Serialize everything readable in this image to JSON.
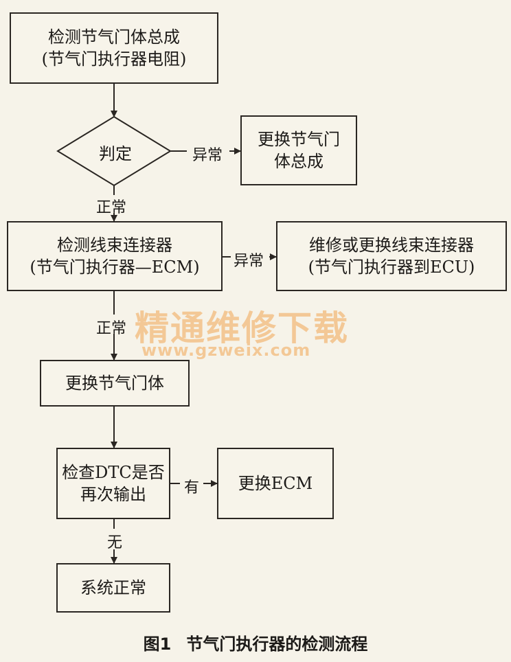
{
  "nodes": {
    "check_throttle_body": {
      "line1": "检测节气门体总成",
      "line2": "(节气门执行器电阻)"
    },
    "judge": {
      "text": "判定"
    },
    "replace_throttle_body_assy": {
      "line1": "更换节气门",
      "line2": "体总成"
    },
    "check_harness_connector": {
      "line1": "检测线束连接器",
      "line2": "(节气门执行器—ECM)"
    },
    "repair_harness_connector": {
      "line1": "维修或更换线束连接器",
      "line2": "(节气门执行器到ECU)"
    },
    "replace_throttle_body": {
      "text": "更换节气门体"
    },
    "check_dtc": {
      "line1": "检查DTC是否",
      "line2": "再次输出"
    },
    "replace_ecm": {
      "text": "更换ECM"
    },
    "system_normal": {
      "text": "系统正常"
    }
  },
  "edge_labels": {
    "judge_abnormal": "异常",
    "judge_normal": "正常",
    "harness_abnormal": "异常",
    "harness_normal": "正常",
    "dtc_yes": "有",
    "dtc_no": "无"
  },
  "watermark": {
    "line1": "精通维修下载",
    "line2": "www.gzweix.com"
  },
  "caption": {
    "number": "图1",
    "title": "节气门执行器的检测流程"
  },
  "colors": {
    "background": "#f6f3e9",
    "line": "#2a2622",
    "watermark": "#f3c896"
  }
}
